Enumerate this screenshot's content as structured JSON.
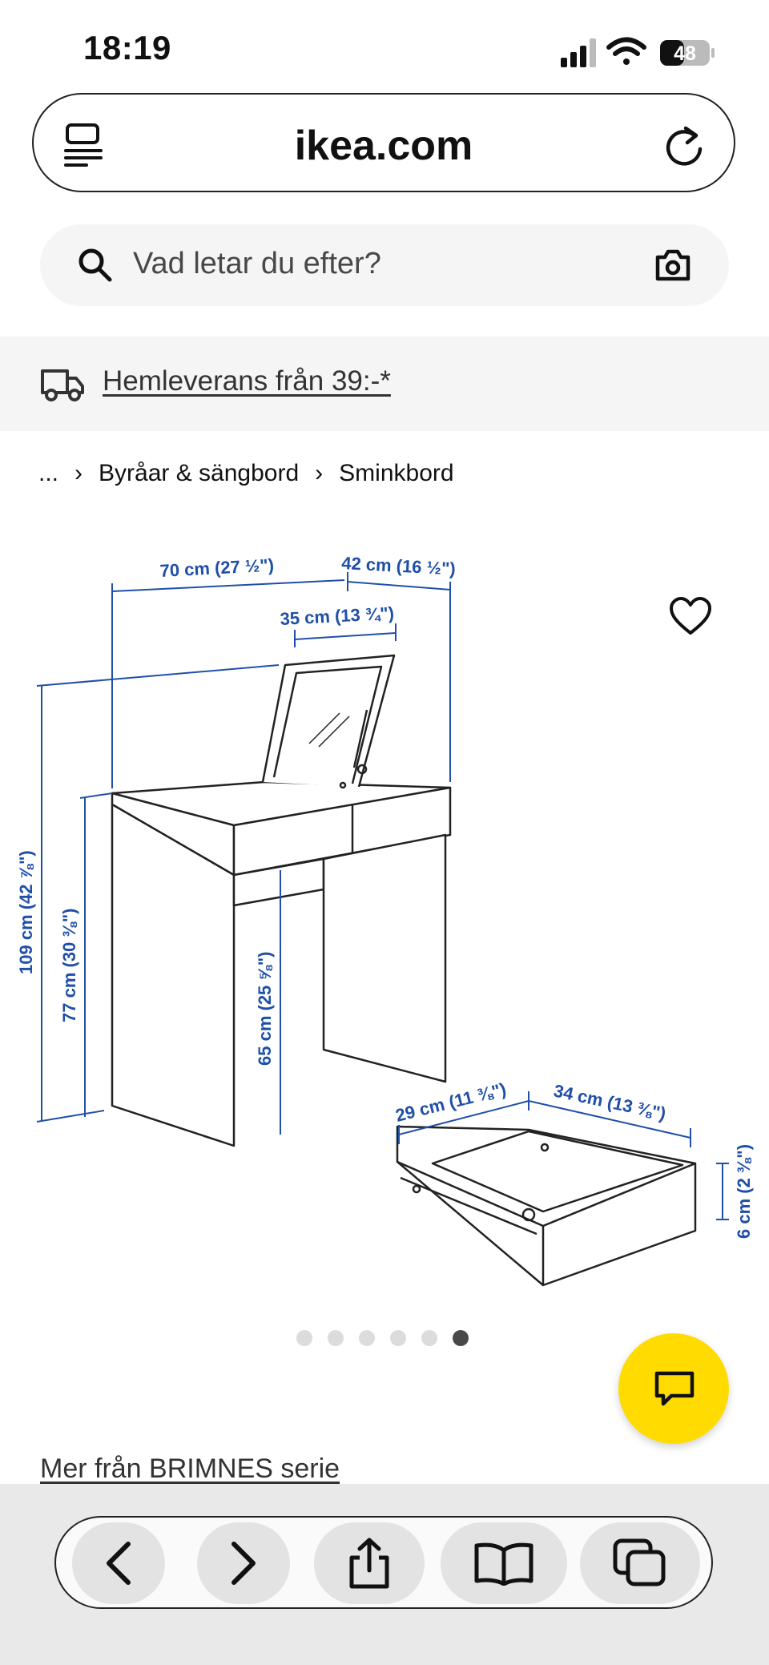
{
  "status_bar": {
    "time": "18:19",
    "battery": "48"
  },
  "browser": {
    "url": "ikea.com"
  },
  "search": {
    "placeholder": "Vad letar du efter?"
  },
  "delivery": {
    "text": "Hemleverans från 39:-*"
  },
  "breadcrumb": {
    "ellipsis": "...",
    "items": [
      "Byråar & sängbord",
      "Sminkbord"
    ]
  },
  "product_image": {
    "dimensions": {
      "width": "70 cm (27 ½\")",
      "depth": "42 cm (16 ½\")",
      "mirror_width": "35 cm (13 ¾\")",
      "height_open": "109 cm (42 ⅞\")",
      "height": "77 cm (30 ⅜\")",
      "knee_height": "65 cm (25 ⅝\")",
      "drawer_width": "29 cm (11 ⅜\")",
      "drawer_depth": "34 cm (13 ⅜\")",
      "drawer_height": "6 cm (2 ⅜\")"
    }
  },
  "carousel": {
    "count": 6,
    "active_index": 5
  },
  "more": {
    "link_text": "Mer från BRIMNES serie"
  },
  "colors": {
    "ikea_blue": "#1f4fa8",
    "ikea_yellow": "#ffdb00"
  }
}
